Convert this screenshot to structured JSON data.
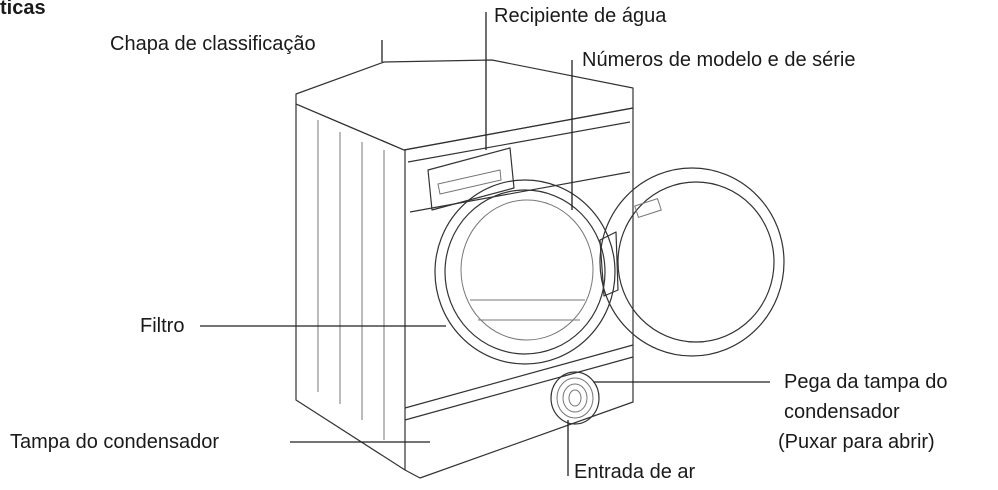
{
  "heading": "ticas",
  "labels": {
    "rating_plate": "Chapa de classificação",
    "water_container": "Recipiente de água",
    "model_serial": "Números de modelo e de série",
    "filter": "Filtro",
    "condenser_handle_line1": "Pega da tampa do",
    "condenser_handle_line2": "condensador",
    "condenser_handle_line3": "(Puxar para abrir)",
    "condenser_cover": "Tampa do condensador",
    "air_inlet": "Entrada de ar"
  },
  "icons": [
    "dryer-illustration"
  ]
}
